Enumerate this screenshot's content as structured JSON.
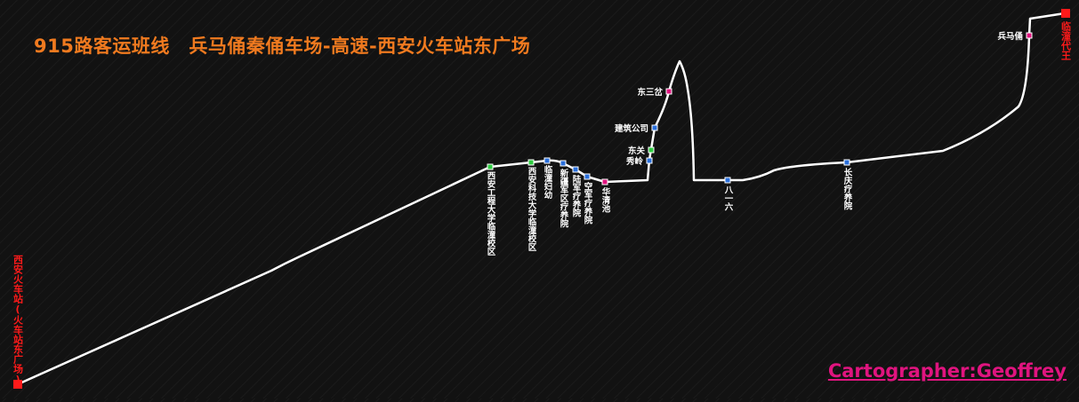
{
  "title": "915路客运班线　兵马俑秦俑车场-高速-西安火车站东广场",
  "credit": "Cartographer:Geoffrey",
  "colors": {
    "route": "#ffffff",
    "terminal": "#ff1a1a",
    "stop_regular": "#2a6fdb",
    "stop_transfer": "#2ecc40",
    "stop_special": "#e0147f",
    "title": "#f07a1f",
    "credit": "#e0147f"
  },
  "terminals": [
    {
      "id": "west",
      "name": "西安火车站(火车站东广场)"
    },
    {
      "id": "east",
      "name": "临潼代王"
    }
  ],
  "stops": [
    {
      "id": "s1",
      "name": "西安工程大学临潼校区",
      "type": "transfer"
    },
    {
      "id": "s2",
      "name": "西安科技大学临潼校区",
      "type": "transfer"
    },
    {
      "id": "s3",
      "name": "临潼妇幼",
      "type": "regular"
    },
    {
      "id": "s4",
      "name": "新疆军区疗养院",
      "type": "regular"
    },
    {
      "id": "s5",
      "name": "陆军疗养院",
      "type": "regular"
    },
    {
      "id": "s6",
      "name": "空军疗养院",
      "type": "regular"
    },
    {
      "id": "s7",
      "name": "华清池",
      "type": "special"
    },
    {
      "id": "s8",
      "name": "秀岭",
      "type": "regular"
    },
    {
      "id": "s9",
      "name": "东关",
      "type": "transfer"
    },
    {
      "id": "s10",
      "name": "建筑公司",
      "type": "regular"
    },
    {
      "id": "s11",
      "name": "东三岔",
      "type": "special"
    },
    {
      "id": "s12",
      "name": "八一六",
      "type": "regular"
    },
    {
      "id": "s13",
      "name": "长庆疗养院",
      "type": "regular"
    },
    {
      "id": "s14",
      "name": "兵马俑",
      "type": "special"
    }
  ]
}
